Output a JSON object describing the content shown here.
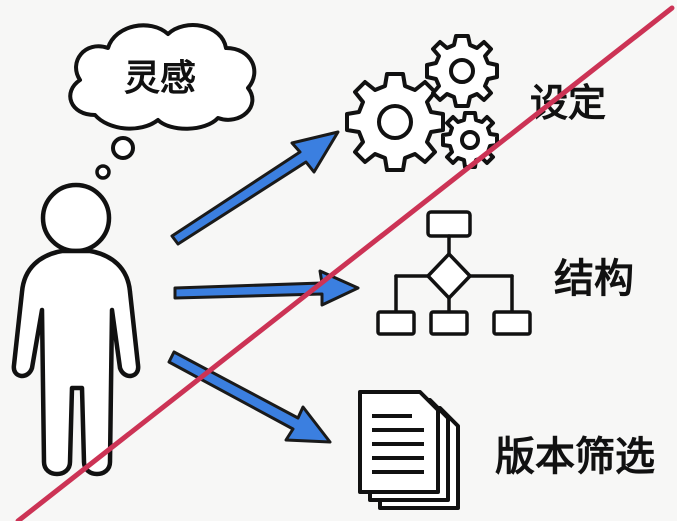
{
  "thought_bubble": {
    "text": "灵感"
  },
  "outputs": [
    {
      "label": "设定",
      "icon": "gears-icon"
    },
    {
      "label": "结构",
      "icon": "flowchart-icon"
    },
    {
      "label": "版本筛选",
      "icon": "documents-icon"
    }
  ],
  "colors": {
    "arrow": "#3b7fe0",
    "arrow_outline": "#1a1a1a",
    "strike_line": "#cc3355",
    "ink": "#111111"
  }
}
